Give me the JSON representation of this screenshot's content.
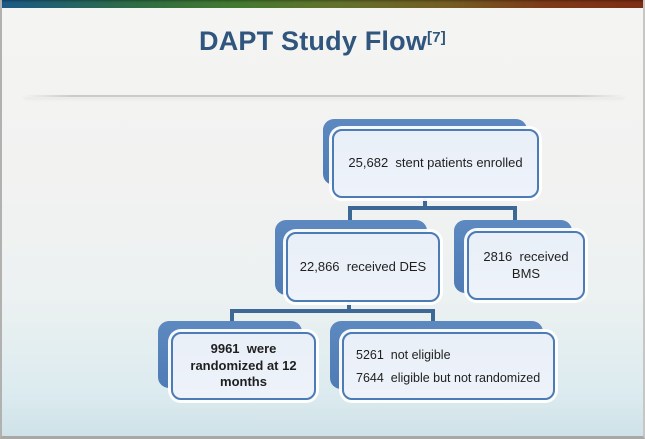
{
  "slide": {
    "title": "DAPT Study Flow",
    "title_superscript": "[7]"
  },
  "theme": {
    "title_color": "#30567E",
    "node_back_fill": "#5480BA",
    "node_front_fill": "#EAF0F8",
    "node_border_color": "#4D7BB5",
    "connector_color": "#3D6795",
    "background_top": "#F4F4F3",
    "background_bottom": "#CFE2E8",
    "top_bar_gradient": [
      "#1A5A88",
      "#437930",
      "#62722B",
      "#7F2D14"
    ]
  },
  "diagram": {
    "type": "flowchart",
    "nodes": [
      {
        "id": "enrolled",
        "level": 1,
        "text": "25,682  stent patients enrolled"
      },
      {
        "id": "received-des",
        "level": 2,
        "text": "22,866  received DES"
      },
      {
        "id": "received-bms",
        "level": 2,
        "text": "2816  received BMS"
      },
      {
        "id": "randomized",
        "level": 3,
        "emphasis": "bold",
        "text": "9961  were randomized at 12 months"
      },
      {
        "id": "not-randomized",
        "level": 3,
        "lines": [
          "5261  not eligible",
          "7644  eligible but not randomized"
        ]
      }
    ],
    "edges": [
      {
        "from": "enrolled",
        "to": "received-des"
      },
      {
        "from": "enrolled",
        "to": "received-bms"
      },
      {
        "from": "received-des",
        "to": "randomized"
      },
      {
        "from": "received-des",
        "to": "not-randomized"
      }
    ]
  }
}
